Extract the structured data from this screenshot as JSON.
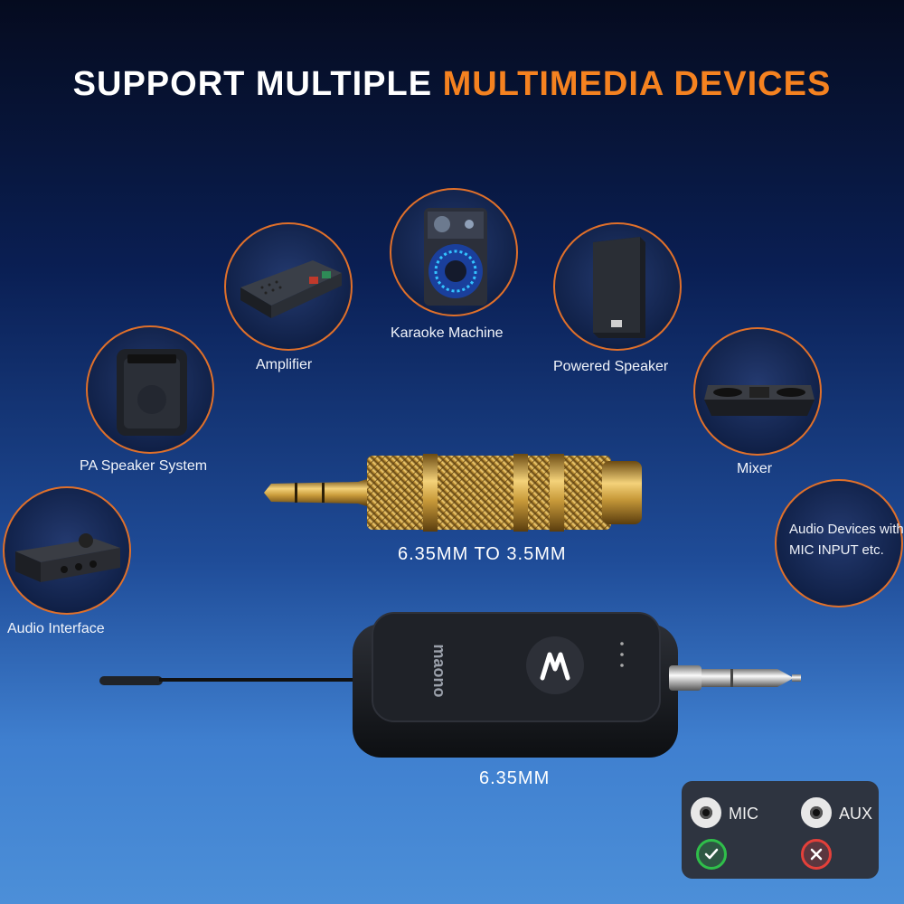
{
  "header": {
    "title_white": "SUPPORT MULTIPLE",
    "title_orange": "MULTIMEDIA DEVICES",
    "accent_color": "#f58220"
  },
  "devices": {
    "amplifier": "Amplifier",
    "karaoke": "Karaoke Machine",
    "powered_speaker": "Powered Speaker",
    "pa_speaker": "PA Speaker System",
    "mixer": "Mixer",
    "audio_devices": "Audio Devices with MIC INPUT etc.",
    "audio_interface": "Audio Interface"
  },
  "adapter": {
    "caption": "6.35MM TO 3.5MM"
  },
  "receiver": {
    "brand": "maono",
    "caption": "6.35MM"
  },
  "compatibility": {
    "mic_label": "MIC",
    "aux_label": "AUX",
    "mic_status": "supported",
    "aux_status": "not-supported"
  }
}
